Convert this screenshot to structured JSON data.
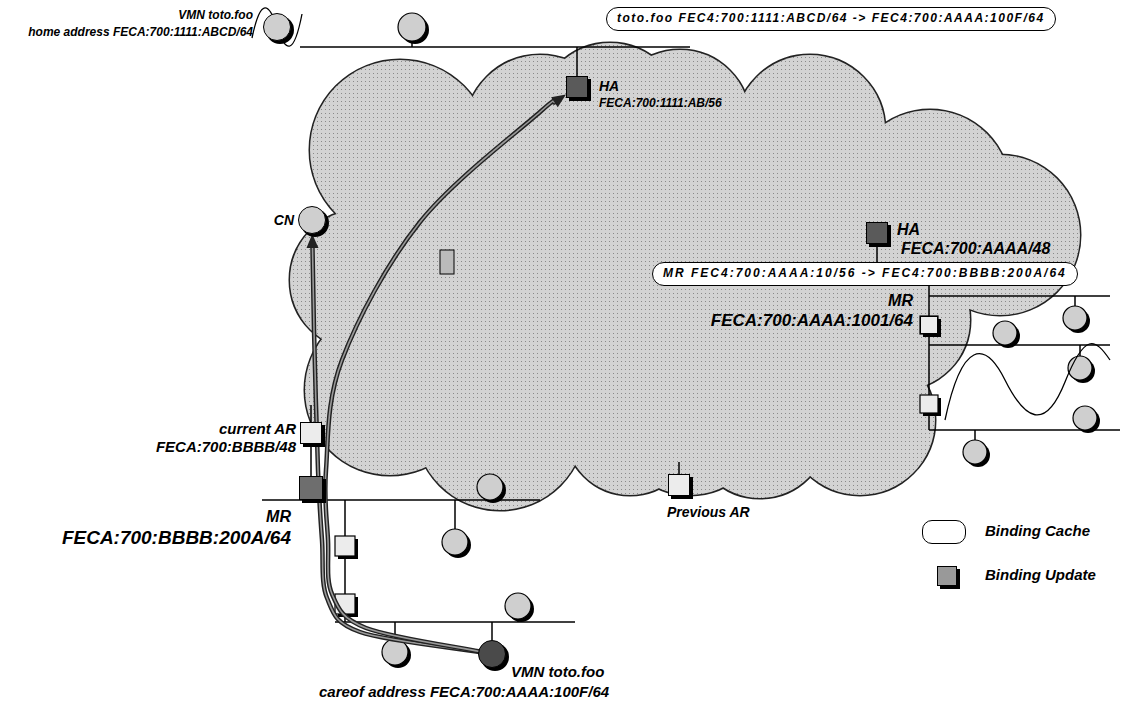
{
  "diagram": {
    "nodes": [
      {
        "text": [
          "VMN toto.foo",
          "home address FECA:700:1111:ABCD/64"
        ]
      },
      {
        "text": [
          "toto.foo FEC4:700:1111:ABCD/64 -> FEC4:700:AAAA:100F/64"
        ]
      },
      {
        "text": [
          "HA",
          "FECA:700:1111:AB/56"
        ]
      },
      {
        "text": [
          "CN"
        ]
      },
      {
        "text": [
          "HA",
          "FECA:700:AAAA/48"
        ]
      },
      {
        "text": [
          "MR FEC4:700:AAAA:10/56 -> FEC4:700:BBBB:200A/64"
        ]
      },
      {
        "text": [
          "MR",
          "FECA:700:AAAA:1001/64"
        ]
      },
      {
        "text": [
          "current AR",
          "FECA:700:BBBB/48"
        ]
      },
      {
        "text": [
          "MR",
          "FECA:700:BBBB:200A/64"
        ]
      },
      {
        "text": [
          "Previous AR"
        ]
      },
      {
        "text": [
          "VMN toto.foo",
          "careof address FECA:700:AAAA:100F/64"
        ]
      }
    ],
    "edges": [
      {
        "from": 10,
        "to": 3,
        "arrow": "to"
      },
      {
        "from": 10,
        "to": 2,
        "arrow": "to"
      }
    ],
    "legend": [
      {
        "text": "Binding Cache"
      },
      {
        "text": "Binding Update"
      }
    ]
  }
}
